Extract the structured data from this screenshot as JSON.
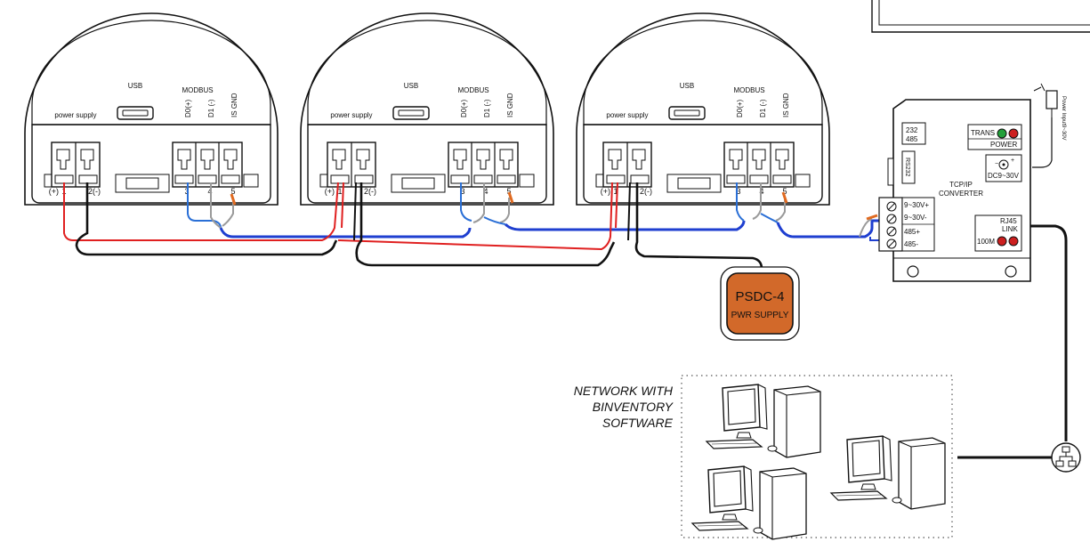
{
  "sensors": [
    {
      "usb_label": "USB",
      "modbus_label": "MODBUS",
      "power_supply_label": "power supply",
      "pin_labels": [
        "D0(+)",
        "D1 (-)",
        "IS GND"
      ],
      "term_pos": "(+)",
      "term_one": "1",
      "term_two": "2(-)",
      "term_3": "3",
      "term_4": "4",
      "term_5": "5"
    },
    {
      "usb_label": "USB",
      "modbus_label": "MODBUS",
      "power_supply_label": "power supply",
      "pin_labels": [
        "D0(+)",
        "D1 (-)",
        "IS GND"
      ],
      "term_pos": "(+)",
      "term_one": "1",
      "term_two": "2(-)",
      "term_3": "3",
      "term_4": "4",
      "term_5": "5"
    },
    {
      "usb_label": "USB",
      "modbus_label": "MODBUS",
      "power_supply_label": "power supply",
      "pin_labels": [
        "D0(+)",
        "D1 (-)",
        "IS GND"
      ],
      "term_pos": "(+)",
      "term_one": "1",
      "term_two": "2(-)",
      "term_3": "3",
      "term_4": "4",
      "term_5": "5"
    }
  ],
  "power_supply": {
    "title": "PSDC-4",
    "subtitle": "PWR SUPPLY",
    "color": "#d2692a"
  },
  "converter": {
    "title_line1": "TCP/IP",
    "title_line2": "CONVERTER",
    "box_232_485_line1": "232",
    "box_232_485_line2": "485",
    "rs232": "RS232",
    "trans": "TRANS",
    "power": "POWER",
    "dc_label": "DC9~30V",
    "rj45": "RJ45",
    "link": "LINK",
    "speed": "100M",
    "terminals": [
      "9~30V+",
      "9~30V-",
      "485+",
      "485-"
    ],
    "adapter_label": "Power Input9~30V",
    "led_green": "#22a03a",
    "led_red": "#cc1f1f"
  },
  "network": {
    "label_lines": [
      "NETWORK WITH",
      "BINVENTORY",
      "SOFTWARE"
    ]
  },
  "wire_colors": {
    "positive": "#e02020",
    "negative": "#111111",
    "d0": "#2a6fd6",
    "d1": "#9a9a9a",
    "gnd": "#e06a20",
    "bus": "#1f3fd0"
  }
}
